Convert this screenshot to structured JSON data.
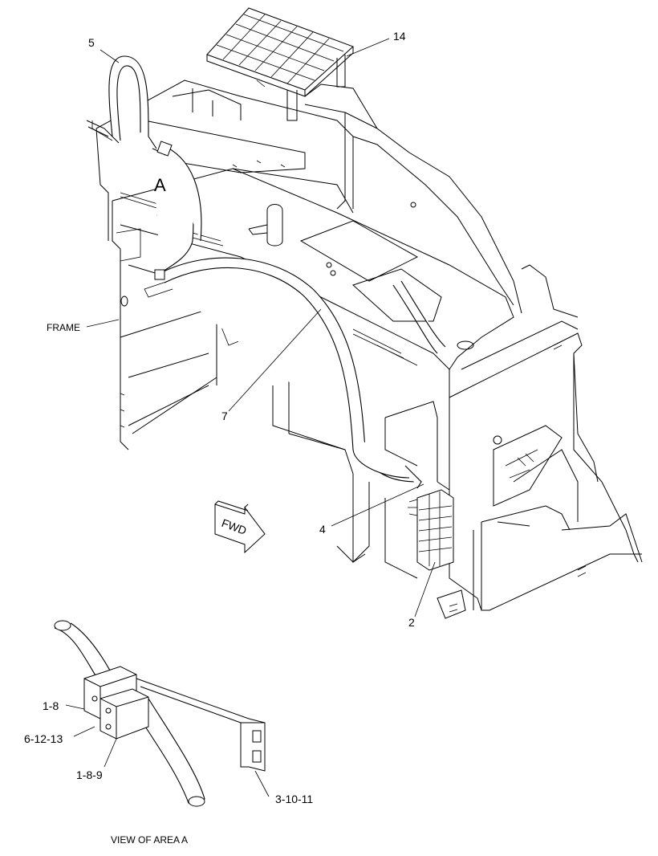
{
  "labels": {
    "item_5": "5",
    "item_14": "14",
    "area_a": "A",
    "frame": "FRAME",
    "item_7": "7",
    "item_4": "4",
    "item_2": "2",
    "fwd": "FWD",
    "detail_1_8": "1-8",
    "detail_6_12_13": "6-12-13",
    "detail_1_8_9": "1-8-9",
    "detail_3_10_11": "3-10-11",
    "view_caption": "VIEW OF AREA  A"
  }
}
